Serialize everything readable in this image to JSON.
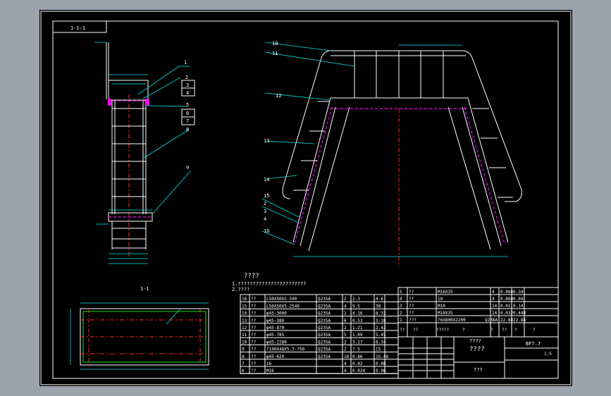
{
  "sheet": {
    "drawing_no_box": "1-1:1",
    "detail_label": "1-1",
    "notes_title": "????",
    "notes": [
      "1.???????????????????????",
      "2.????"
    ],
    "balloons_left": [
      "1",
      "2",
      "3",
      "4",
      "5",
      "6",
      "7",
      "8",
      "9"
    ],
    "balloons_right": [
      "10",
      "11",
      "12",
      "13",
      "14",
      "15",
      "2",
      "3",
      "4",
      "16"
    ]
  },
  "bom_left": {
    "rows": [
      [
        "16",
        "??",
        "L50X50X5-590",
        "Q235A",
        "2",
        "2.3",
        "4.6"
      ],
      [
        "15",
        "??",
        "L50X50X5-2540",
        "Q235A",
        "4",
        "9.5",
        "38"
      ],
      [
        "14",
        "??",
        "φ45-3000",
        "Q235A",
        "2",
        "4.16",
        "8.32"
      ],
      [
        "13",
        "??",
        "φ45-380",
        "Q235A",
        "6",
        "0.53",
        "3.18"
      ],
      [
        "12",
        "??",
        "φ45-870",
        "Q235A",
        "2",
        "1.21",
        "2.42"
      ],
      [
        "11",
        "??",
        "φ45-785",
        "Q235A",
        "5",
        "1.09",
        "5.45"
      ],
      [
        "10",
        "??",
        "φ45-2280",
        "Q235A",
        "2",
        "3.17",
        "6.34"
      ],
      [
        "9",
        "??",
        "?100X48X5.3-750",
        "Q235A",
        "2",
        "7.5",
        "15"
      ],
      [
        "8",
        "??",
        "φ45-620",
        "Q235A",
        "18",
        "0.86",
        "15.48"
      ],
      [
        "7",
        "??",
        "16",
        "",
        "4",
        "0.02",
        "0.08"
      ],
      [
        "6",
        "??",
        "M16",
        "",
        "4",
        "0.024",
        "0.96"
      ]
    ]
  },
  "bom_right": {
    "rows": [
      [
        "5",
        "??",
        "M16X35",
        "",
        "4",
        "0.084",
        "0.34"
      ],
      [
        "4",
        "??",
        "10",
        "",
        "4",
        "0.004",
        "0.04"
      ],
      [
        "3",
        "??",
        "M10",
        "",
        "14",
        "0.01",
        "0.14"
      ],
      [
        "2",
        "??",
        "M10X35",
        "",
        "14",
        "0.032",
        "0.448"
      ],
      [
        "1",
        "???",
        "?6X800X2200",
        "Q235A",
        "1",
        "22.88",
        "22.88"
      ]
    ],
    "header": [
      "??",
      "??",
      "?????",
      "?",
      "?",
      "??",
      "?",
      "?"
    ]
  },
  "title_block": {
    "name1": "????",
    "name2": "????",
    "drawing_no": "BF7.7",
    "company": "???",
    "scale": "1:5"
  }
}
